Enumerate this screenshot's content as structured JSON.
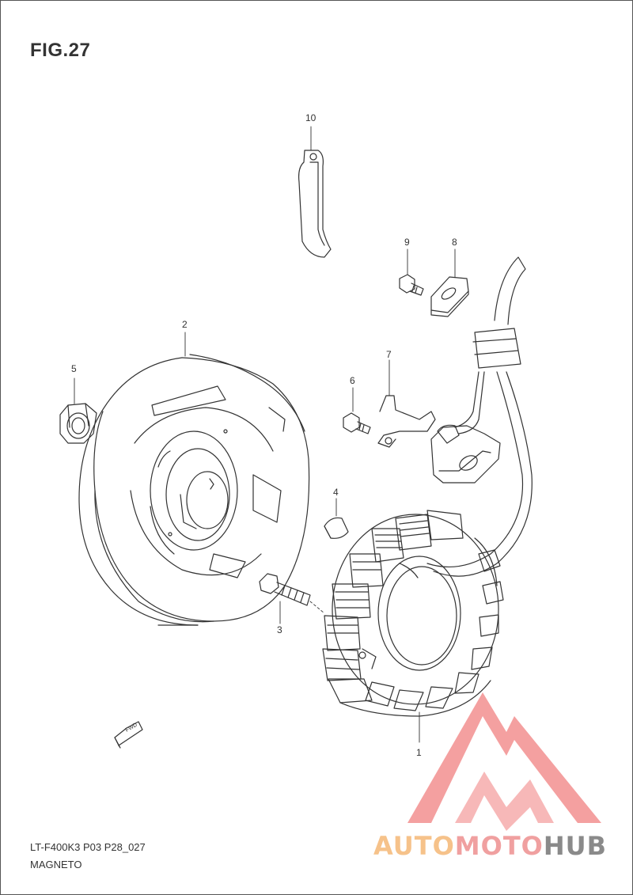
{
  "figure": {
    "title": "FIG.27"
  },
  "callouts": [
    "10",
    "9",
    "8",
    "2",
    "5",
    "7",
    "6",
    "4",
    "3",
    "1"
  ],
  "fwd_arrow_text": "FWD",
  "footer": {
    "model_code": "LT-F400K3 P03 P28_027",
    "section_name": "MAGNETO"
  },
  "watermark": {
    "part1": "AUTO",
    "part2": "MOTO",
    "part3": "HUB",
    "colors": {
      "auto": "#f6c28a",
      "moto": "#f0a0a0",
      "hub": "#8a8a8a",
      "logo": "#f08080"
    }
  }
}
